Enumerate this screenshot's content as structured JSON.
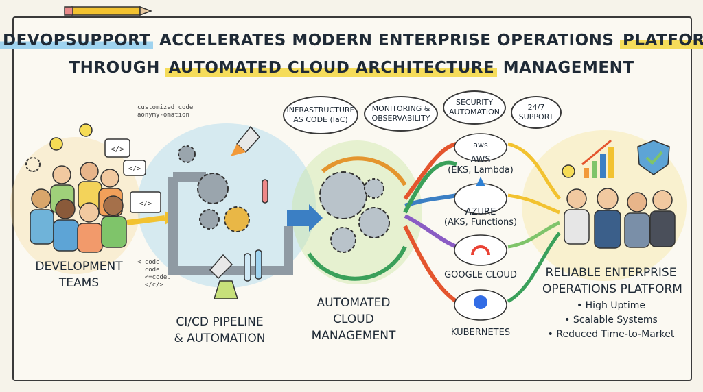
{
  "title": {
    "line1_brand": "DEVOPSUPPORT",
    "line1_rest": "ACCELERATES MODERN ENTERPRISE OPERATIONS",
    "line1_end": "PLATFORMS",
    "line2_start": "THROUGH",
    "line2_highlight": "AUTOMATED CLOUD ARCHITECTURE",
    "line2_end": "MANAGEMENT"
  },
  "stages": {
    "dev_teams": [
      "DEVELOPMENT",
      "TEAMS"
    ],
    "pipeline": [
      "CI/CD PIPELINE",
      "& AUTOMATION"
    ],
    "automation": [
      "AUTOMATED",
      "CLOUD",
      "MANAGEMENT"
    ],
    "outcome": [
      "RELIABLE ENTERPRISE",
      "OPERATIONS PLATFORM"
    ]
  },
  "bubbles": {
    "iac": [
      "INFRASTRUCTURE",
      "AS CODE (IaC)"
    ],
    "monitoring": [
      "MONITORING &",
      "OBSERVABILITY"
    ],
    "security": [
      "SECURITY",
      "AUTOMATION"
    ],
    "support": [
      "24/7",
      "SUPPORT"
    ]
  },
  "clouds": [
    {
      "name": "AWS",
      "detail": "(EKS, Lambda)",
      "logo": "aws"
    },
    {
      "name": "AZURE",
      "detail": "(AKS, Functions)",
      "logo": "A"
    },
    {
      "name": "GOOGLE CLOUD",
      "detail": "",
      "logo": "google-cloud-icon"
    },
    {
      "name": "KUBERNETES",
      "detail": "",
      "logo": "kubernetes-icon"
    }
  ],
  "benefits": [
    "• High Uptime",
    "• Scalable Systems",
    "• Reduced Time-to-Market"
  ],
  "notes": {
    "top": "customized code\naonymy-omation",
    "code_glyph": "</>",
    "code_snippet": "< code\n  code\n  <=code.\n  </c/>"
  },
  "colors": {
    "accent_blue": "#9fd3ef",
    "accent_yellow": "#f5dc5a",
    "ink": "#1f2a36"
  }
}
